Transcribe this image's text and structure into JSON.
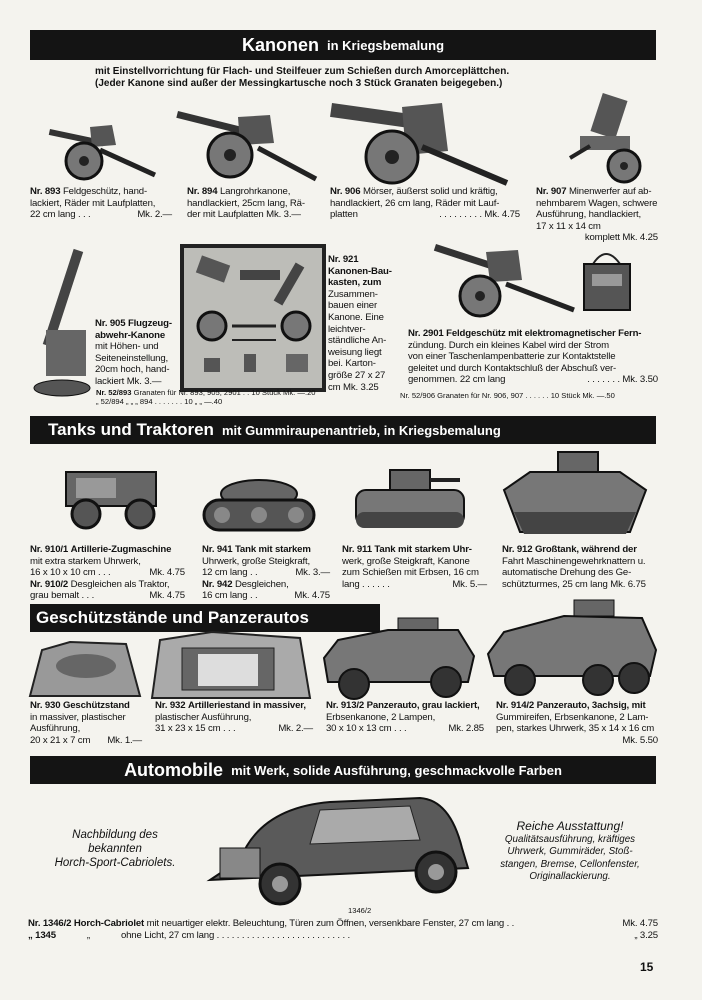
{
  "banners": {
    "kanonen": {
      "title": "Kanonen",
      "subtitle": "in Kriegsbemalung"
    },
    "tanks": {
      "title": "Tanks und Traktoren",
      "subtitle": "mit Gummiraupenantrieb, in Kriegsbemalung"
    },
    "geschuetz": {
      "title": "Geschützstände und Panzerautos"
    },
    "automobile": {
      "title": "Automobile",
      "subtitle": "mit Werk, solide Ausführung, geschmackvolle Farben"
    }
  },
  "intro": {
    "line1": "mit Einstellvorrichtung für Flach- und Steilfeuer zum Schießen durch Amorceplättchen.",
    "line2": "(Jeder Kanone sind außer der Messingkartusche noch 3 Stück Granaten beigegeben.)"
  },
  "kanonen": {
    "p893": {
      "nr": "Nr. 893",
      "l1": "Feldgeschütz, hand-",
      "l2": "lackiert, Räder mit Laufplatten,",
      "l3a": "22 cm lang . . .",
      "l3b": "Mk. 2.—"
    },
    "p894": {
      "nr": "Nr. 894",
      "l1": "Langrohrkanone,",
      "l2": "handlackiert, 25cm lang, Rä-",
      "l3": "der mit Laufplatten Mk. 3.—"
    },
    "p906": {
      "nr": "Nr. 906",
      "l1": "Mörser, äußerst solid und kräftig,",
      "l2": "handlackiert, 26 cm lang, Räder mit Lauf-",
      "l3a": "platten",
      "l3b": ". . . . . . . . . Mk. 4.75"
    },
    "p907": {
      "nr": "Nr. 907",
      "l1": "Minenwerfer auf ab-",
      "l2": "nehmbarem Wagen, schwere",
      "l3": "Ausführung, handlackiert,",
      "l4": "17 x 11 x 14 cm",
      "l5": "komplett Mk. 4.25"
    },
    "p905": {
      "nr": "Nr. 905",
      "l1": "Flugzeug-",
      "l2": "abwehr-Kanone",
      "l3": "mit Höhen- und",
      "l4": "Seiteneinstellung,",
      "l5": "20cm hoch, hand-",
      "l6": "lackiert Mk. 3.—"
    },
    "p921": {
      "nr": "Nr. 921",
      "l1": "Kanonen-Bau-",
      "l2": "kasten, zum",
      "l3": "Zusammen-",
      "l4": "bauen einer",
      "l5": "Kanone. Eine",
      "l6": "leichtver-",
      "l7": "ständliche An-",
      "l8": "weisung liegt",
      "l9": "bei. Karton-",
      "l10": "größe 27 x 27",
      "l11": "cm Mk. 3.25"
    },
    "p2901": {
      "nr": "Nr. 2901",
      "l1": "Feldgeschütz mit elektromagnetischer Fern-",
      "l2": "zündung. Durch ein kleines Kabel wird der Strom",
      "l3": "von einer Taschenlampenbatterie zur Kontaktstelle",
      "l4": "geleitet und durch Kontaktschluß der Abschuß ver-",
      "l5a": "genommen. 22 cm lang",
      "l5b": ". . . . . . . Mk. 3.50"
    },
    "granaten_left": {
      "l1a": "Nr. 52/893",
      "l1b": "Granaten für Nr. 893, 905, 2901 . . 10 Stück Mk. —.20",
      "l2a": "„ 52/894",
      "l2b": "„ „ „ 894 . . . . . . . 10 „ „ —.40"
    },
    "granaten_right": {
      "l1": "Nr. 52/906 Granaten für Nr. 906, 907 . . . . . . 10 Stück Mk. —.50"
    }
  },
  "tanks": {
    "p910": {
      "nr": "Nr. 910/1",
      "l1": "Artillerie-Zugmaschine",
      "l2": "mit extra starkem Uhrwerk,",
      "l3a": "16 x 10 x 10 cm . . .",
      "l3b": "Mk. 4.75",
      "nr2": "Nr. 910/2",
      "l4": "Desgleichen als Traktor,",
      "l5a": "grau bemalt . . .",
      "l5b": "Mk. 4.75"
    },
    "p941": {
      "nr": "Nr. 941",
      "l1": "Tank mit starkem",
      "l2": "Uhrwerk, große Steigkraft,",
      "l3a": "12 cm lang . .",
      "l3b": "Mk. 3.—",
      "nr2": "Nr. 942",
      "l4": "Desgleichen,",
      "l5a": "16 cm lang . .",
      "l5b": "Mk. 4.75"
    },
    "p911": {
      "nr": "Nr. 911",
      "l1": "Tank mit starkem Uhr-",
      "l2": "werk, große Steigkraft, Kanone",
      "l3": "zum Schießen mit Erbsen, 16 cm",
      "l4a": "lang . . . . . .",
      "l4b": "Mk. 5.—"
    },
    "p912": {
      "nr": "Nr. 912",
      "l1": "Großtank, während der",
      "l2": "Fahrt Maschinengewehrknattern u.",
      "l3": "automatische Drehung des Ge-",
      "l4": "schützturmes, 25 cm lang Mk. 6.75"
    }
  },
  "stand": {
    "p930": {
      "nr": "Nr. 930",
      "l1": "Geschützstand",
      "l2": "in massiver, plastischer",
      "l3": "Ausführung,",
      "l4a": "20 x 21 x 7 cm",
      "l4b": "Mk. 1.—"
    },
    "p932": {
      "nr": "Nr. 932",
      "l1": "Artilleriestand in massiver,",
      "l2": "plastischer Ausführung,",
      "l3a": "31 x 23 x 15 cm . . .",
      "l3b": "Mk. 2.—"
    },
    "p913": {
      "nr": "Nr. 913/2",
      "l1": "Panzerauto, grau lackiert,",
      "l2": "Erbsenkanone, 2 Lampen,",
      "l3a": "30 x 10 x 13 cm . . .",
      "l3b": "Mk. 2.85"
    },
    "p914": {
      "nr": "Nr. 914/2",
      "l1": "Panzerauto, 3achsig, mit",
      "l2": "Gummireifen, Erbsenkanone, 2 Lam-",
      "l3": "pen, starkes Uhrwerk, 35 x 14 x 16 cm",
      "l4": "Mk. 5.50"
    }
  },
  "auto": {
    "left": {
      "l1": "Nachbildung des",
      "l2": "bekannten",
      "l3": "Horch-Sport-Cabriolets."
    },
    "right": {
      "title": "Reiche Ausstattung!",
      "l1": "Qualitätsausführung, kräftiges",
      "l2": "Uhrwerk, Gummiräder, Stoß-",
      "l3": "stangen, Bremse, Cellonfenster,",
      "l4": "Originallackierung."
    },
    "caption": "1346/2",
    "line1": {
      "nr": "Nr. 1346/2",
      "name": "Horch-Cabriolet",
      "desc": "mit neuartiger elektr. Beleuchtung, Türen zum Öffnen, versenkbare Fenster, 27 cm lang . .",
      "price": "Mk. 4.75"
    },
    "line2": {
      "nr": "„ 1345",
      "ditto": "„",
      "desc": "ohne Licht, 27 cm lang . . . . . . . . . . . . . . . . . . . . . . . . . . .",
      "price": "„ 3.25"
    }
  },
  "page_number": "15"
}
